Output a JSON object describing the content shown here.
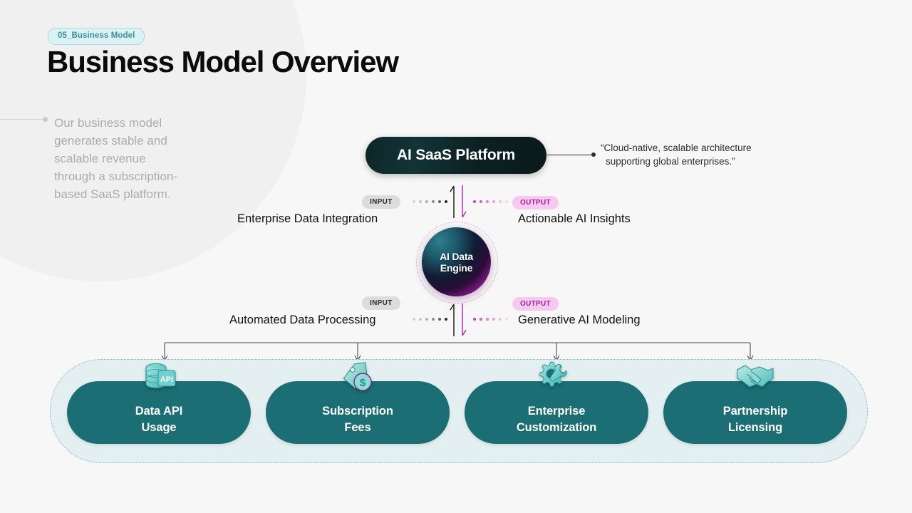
{
  "header": {
    "tag": "05_Business Model",
    "title": "Business Model Overview"
  },
  "description": {
    "text": "Our business model generates stable and scalable revenue through a subscription-based SaaS platform."
  },
  "platform": {
    "label": "AI SaaS Platform",
    "quote_line1": "“Cloud-native, scalable architecture",
    "quote_line2": "supporting global enterprises.”"
  },
  "engine": {
    "line1": "AI Data",
    "line2": "Engine"
  },
  "flows": [
    {
      "input_badge": "INPUT",
      "input_label": "Enterprise Data Integration",
      "output_badge": "OUTPUT",
      "output_label": "Actionable AI Insights"
    },
    {
      "input_badge": "INPUT",
      "input_label": "Automated Data Processing",
      "output_badge": "OUTPUT",
      "output_label": "Generative AI Modeling"
    }
  ],
  "cards": [
    {
      "line1": "Data API",
      "line2": "Usage",
      "icon": "database-api-icon"
    },
    {
      "line1": "Subscription",
      "line2": "Fees",
      "icon": "price-tag-dollar-icon"
    },
    {
      "line1": "Enterprise",
      "line2": "Customization",
      "icon": "gear-wrench-icon"
    },
    {
      "line1": "Partnership",
      "line2": "Licensing",
      "icon": "handshake-icon"
    }
  ],
  "colors": {
    "background": "#f7f7f7",
    "card_teal": "#1b6e74",
    "shell_bg": "#e3eff0",
    "shell_border": "#7fb5bd",
    "tag_bg": "#daf1f5",
    "tag_text": "#3f8e9b",
    "output_badge_bg": "#f7c8f0",
    "output_badge_text": "#a2239b",
    "input_badge_bg": "#dcdcdc",
    "input_badge_text": "#2b2b2b",
    "accent_magenta": "#b51fb0",
    "icon_teal": "#5fd4d0"
  }
}
